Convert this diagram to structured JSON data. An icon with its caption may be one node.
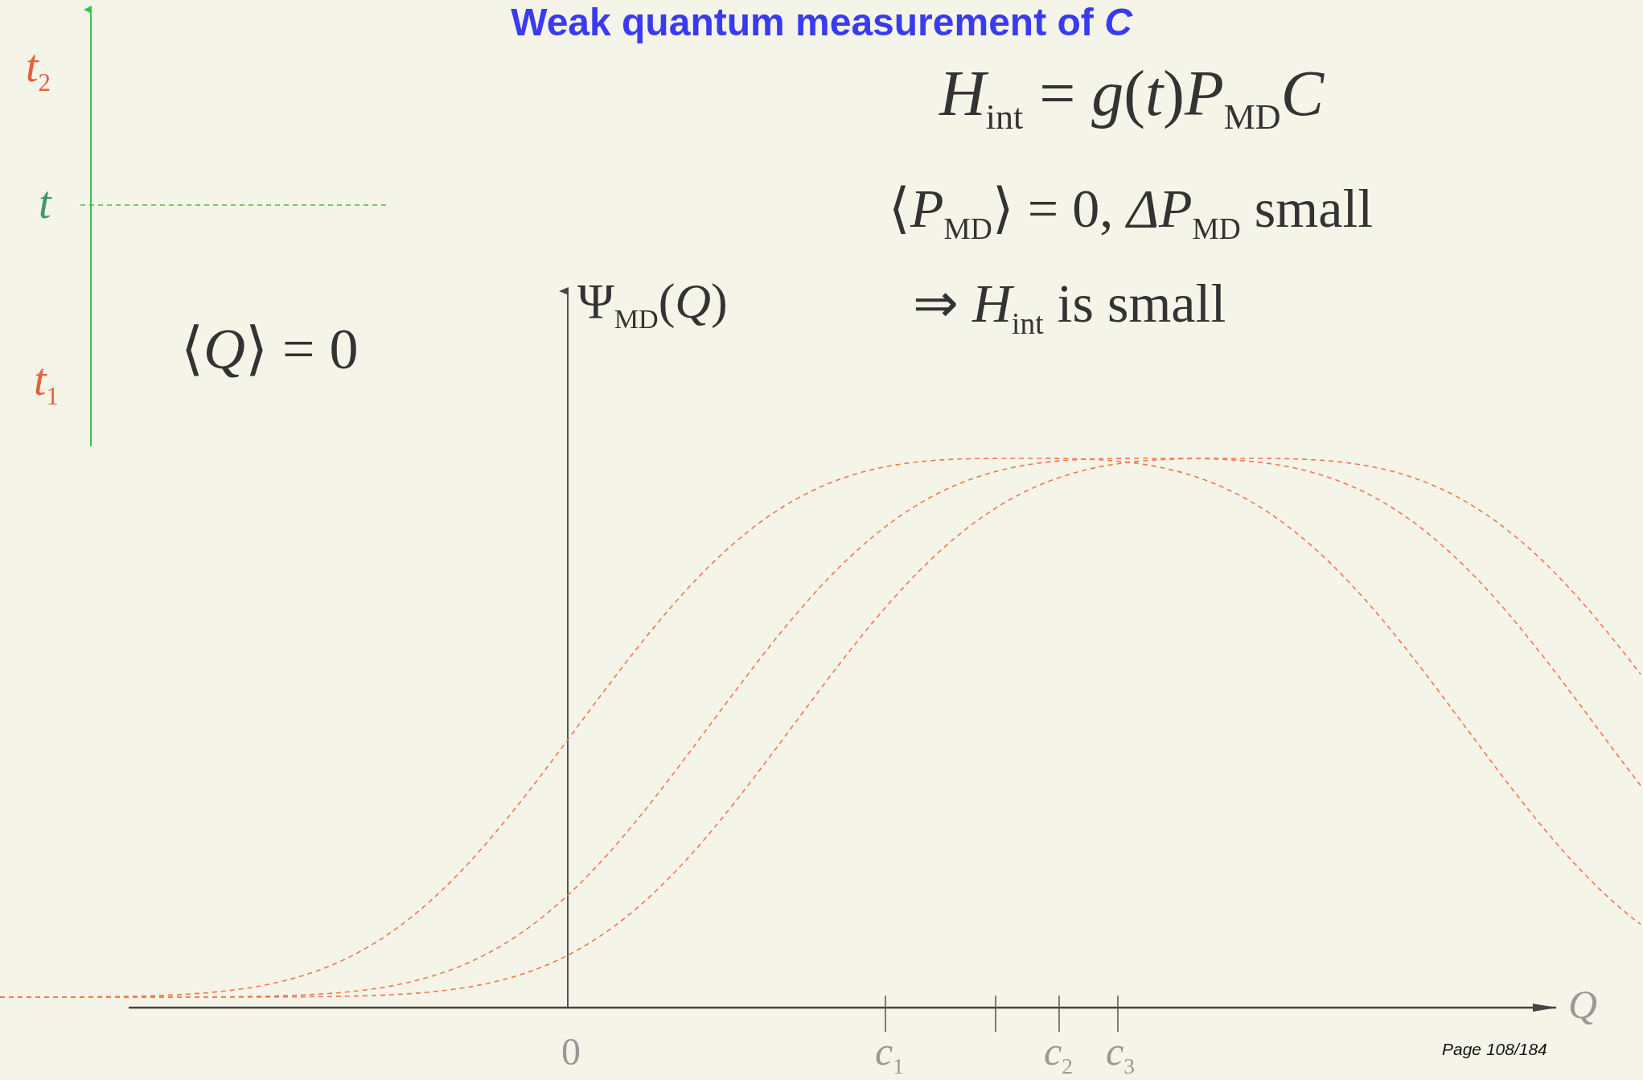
{
  "diagram": {
    "title": "Weak quantum measurement of *C*",
    "labels": [
      "*t*$_{2}$",
      "*t*",
      "*t*$_{1}$",
      "*H*$_{int}$ = *g*(*t*)*P*$_{MD}$*C*",
      "⟨*P*$_{MD}$⟩ = 0,   *ΔP*$_{MD}$ small",
      "⇒ *H*$_{int}$ is small",
      "⟨*Q*⟩ = 0",
      "Ψ$_{MD}$(*Q*)",
      "0",
      "*c*$_{1}$",
      "*c*$_{2}$",
      "*c*$_{3}$",
      "*Q*",
      "Page 108/184"
    ]
  }
}
